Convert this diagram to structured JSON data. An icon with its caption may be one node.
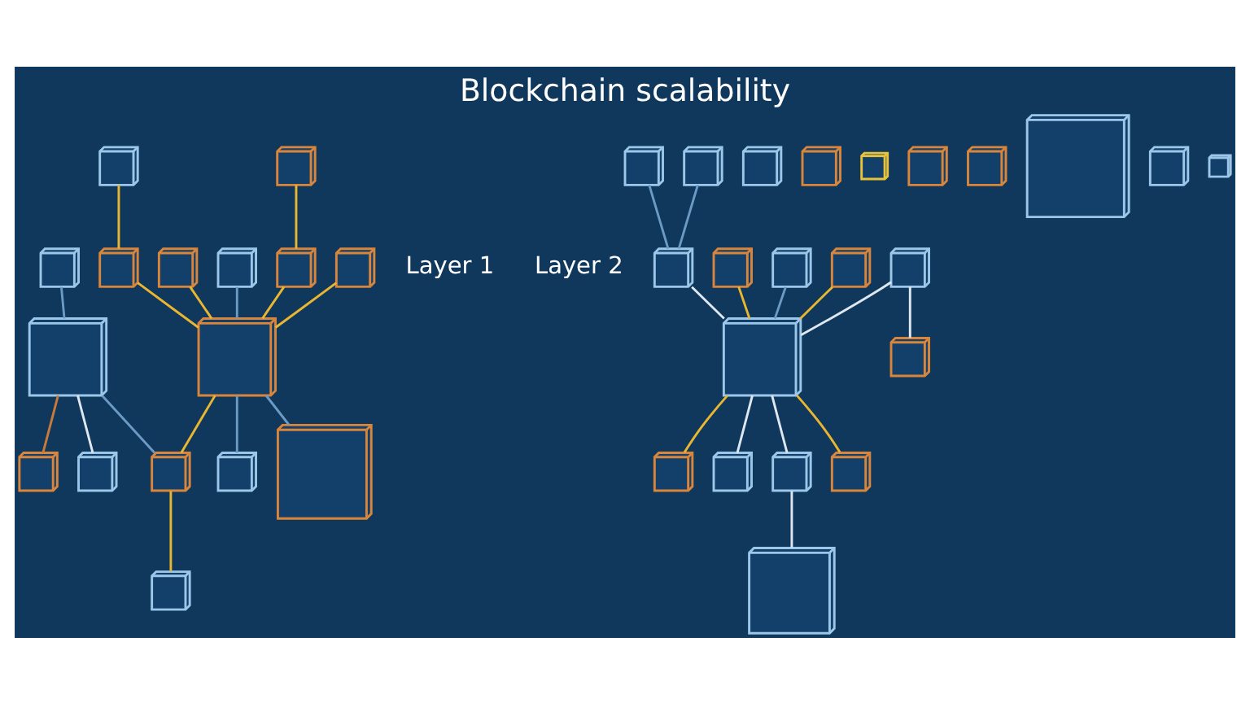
{
  "diagram": {
    "title": "Blockchain scalability",
    "nodes": [
      {
        "text": [],
        "shape": "cube"
      },
      {
        "text": [],
        "shape": "cube"
      },
      {
        "text": [],
        "shape": "cube"
      },
      {
        "text": [],
        "shape": "cube"
      },
      {
        "text": [],
        "shape": "cube"
      },
      {
        "text": [],
        "shape": "cube"
      },
      {
        "text": [],
        "shape": "cube"
      },
      {
        "text": [],
        "shape": "cube"
      },
      {
        "text": [],
        "shape": "cube"
      },
      {
        "text": [],
        "shape": "cube"
      },
      {
        "text": [],
        "shape": "cube"
      },
      {
        "text": [],
        "shape": "cube"
      },
      {
        "text": [],
        "shape": "cube"
      },
      {
        "text": [],
        "shape": "cube"
      },
      {
        "text": [],
        "shape": "cube"
      },
      {
        "text": [],
        "shape": "cube"
      },
      {
        "text": [],
        "shape": "cube"
      },
      {
        "text": [],
        "shape": "cube"
      },
      {
        "text": [],
        "shape": "cube"
      },
      {
        "text": [],
        "shape": "cube"
      },
      {
        "text": [],
        "shape": "cube"
      },
      {
        "text": [],
        "shape": "cube"
      },
      {
        "text": [],
        "shape": "cube"
      },
      {
        "text": [],
        "shape": "cube"
      },
      {
        "text": [],
        "shape": "cube"
      },
      {
        "text": [],
        "shape": "cube"
      },
      {
        "text": [],
        "shape": "cube"
      },
      {
        "text": [],
        "shape": "cube"
      },
      {
        "text": [],
        "shape": "cube"
      },
      {
        "text": [],
        "shape": "cube"
      },
      {
        "text": [],
        "shape": "cube"
      },
      {
        "text": [],
        "shape": "cube"
      },
      {
        "text": [],
        "shape": "cube"
      },
      {
        "text": [],
        "shape": "cube"
      },
      {
        "text": [],
        "shape": "cube"
      },
      {
        "text": [],
        "shape": "cube"
      },
      {
        "text": [],
        "shape": "cube"
      },
      {
        "text": [],
        "shape": "cube"
      }
    ],
    "edges": [
      {
        "from": 1,
        "to": 2,
        "arrow": "none"
      },
      {
        "from": 2,
        "to": 0,
        "arrow": "none"
      },
      {
        "from": 3,
        "to": 0,
        "arrow": "none"
      },
      {
        "from": 4,
        "to": 0,
        "arrow": "none",
        "color": "#6b9ac4"
      },
      {
        "from": 5,
        "to": 6,
        "arrow": "none"
      },
      {
        "from": 6,
        "to": 0,
        "arrow": "none"
      },
      {
        "from": 7,
        "to": 0,
        "arrow": "none"
      },
      {
        "from": 0,
        "to": 9,
        "arrow": "none",
        "color": "#6b9ac4"
      },
      {
        "from": 0,
        "to": 10,
        "arrow": "none"
      },
      {
        "from": 10,
        "to": 11,
        "arrow": "none"
      },
      {
        "from": 0,
        "to": 12,
        "arrow": "none",
        "color": "#6b9ac4"
      },
      {
        "from": 13,
        "to": 14,
        "arrow": "none",
        "color": "#6b9ac4"
      },
      {
        "from": 14,
        "to": 10,
        "arrow": "none",
        "color": "#6b9ac4"
      },
      {
        "from": 14,
        "to": 15,
        "arrow": "none",
        "color": "#c87a3a"
      },
      {
        "from": 14,
        "to": 16,
        "arrow": "none",
        "color": "#dfe8f0"
      },
      {
        "from": 18,
        "to": 19,
        "arrow": "none",
        "color": "#6b9ac4"
      },
      {
        "from": 20,
        "to": 19,
        "arrow": "none",
        "color": "#6b9ac4"
      },
      {
        "from": 19,
        "to": 17,
        "arrow": "none",
        "color": "#dfe8f0"
      },
      {
        "from": 21,
        "to": 17,
        "arrow": "none"
      },
      {
        "from": 22,
        "to": 17,
        "arrow": "none",
        "color": "#6b9ac4"
      },
      {
        "from": 23,
        "to": 17,
        "arrow": "none",
        "color": "#dfe8f0"
      },
      {
        "from": 23,
        "to": 24,
        "arrow": "none",
        "color": "#dfe8f0"
      },
      {
        "from": 25,
        "to": 17,
        "arrow": "none"
      },
      {
        "from": 17,
        "to": 26,
        "arrow": "none"
      },
      {
        "from": 17,
        "to": 27,
        "arrow": "none",
        "color": "#dfe8f0"
      },
      {
        "from": 17,
        "to": 30,
        "arrow": "none",
        "color": "#dfe8f0"
      },
      {
        "from": 30,
        "to": 31,
        "arrow": "none",
        "color": "#dfe8f0"
      },
      {
        "from": 17,
        "to": 32,
        "arrow": "none"
      }
    ],
    "labels": [
      "Layer 1",
      "Layer 2"
    ]
  }
}
